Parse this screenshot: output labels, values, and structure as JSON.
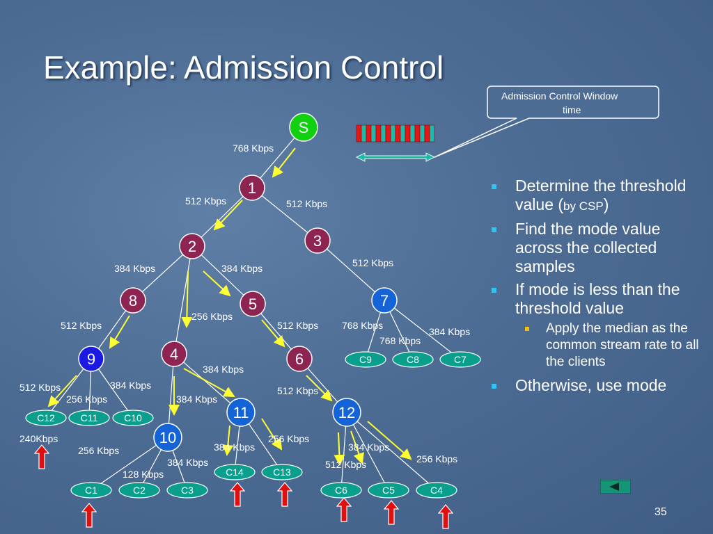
{
  "title": "Example: Admission Control",
  "callout": {
    "line1": "Admission  Control Window",
    "line2": "time"
  },
  "nodes": [
    {
      "id": "S",
      "label": "S",
      "color": "#10d010"
    },
    {
      "id": "1",
      "label": "1",
      "color": "#8e2452"
    },
    {
      "id": "2",
      "label": "2",
      "color": "#8e2452"
    },
    {
      "id": "3",
      "label": "3",
      "color": "#8e2452"
    },
    {
      "id": "4",
      "label": "4",
      "color": "#8e2452"
    },
    {
      "id": "5",
      "label": "5",
      "color": "#8e2452"
    },
    {
      "id": "6",
      "label": "6",
      "color": "#8e2452"
    },
    {
      "id": "7",
      "label": "7",
      "color": "#1464d8"
    },
    {
      "id": "8",
      "label": "8",
      "color": "#8e2452"
    },
    {
      "id": "9",
      "label": "9",
      "color": "#1a1ae0"
    },
    {
      "id": "10",
      "label": "10",
      "color": "#1464d8"
    },
    {
      "id": "11",
      "label": "11",
      "color": "#1464d8"
    },
    {
      "id": "12",
      "label": "12",
      "color": "#1464d8"
    }
  ],
  "clients": [
    "C12",
    "C11",
    "C10",
    "C9",
    "C8",
    "C7",
    "C14",
    "C13",
    "C1",
    "C2",
    "C3",
    "C6",
    "C5",
    "C4"
  ],
  "rates": [
    "768 Kbps",
    "512 Kbps",
    "512 Kbps",
    "512 Kbps",
    "384 Kbps",
    "384 Kbps",
    "256 Kbps",
    "512 Kbps",
    "512 Kbps",
    "768 Kbps",
    "768 Kbps",
    "384 Kbps",
    "384 Kbps",
    "512 Kbps",
    "384 Kbps",
    "256 Kbps",
    "384 Kbps",
    "512 Kbps",
    "240Kbps",
    "256 Kbps",
    "384 Kbps",
    "384 Kbps",
    "256 Kbps",
    "384 Kbps",
    "128 Kbps",
    "512 Kbps",
    "256 Kbps"
  ],
  "bullets": {
    "b1_a": "Determine the threshold value (",
    "b1_b": "by CSP",
    "b1_c": ")",
    "b2": "Find the mode value across the collected samples",
    "b3": "If mode is less than the threshold value",
    "b3_sub": "Apply the median as the common stream rate to all the clients",
    "b4": "Otherwise, use mode"
  },
  "page_number": "35",
  "colors": {
    "accent_yellow": "#ffff33",
    "arrow_red": "#e01010",
    "client_fill": "#0a9e8c",
    "window_red": "#e01818",
    "window_teal": "#20b8a8"
  }
}
